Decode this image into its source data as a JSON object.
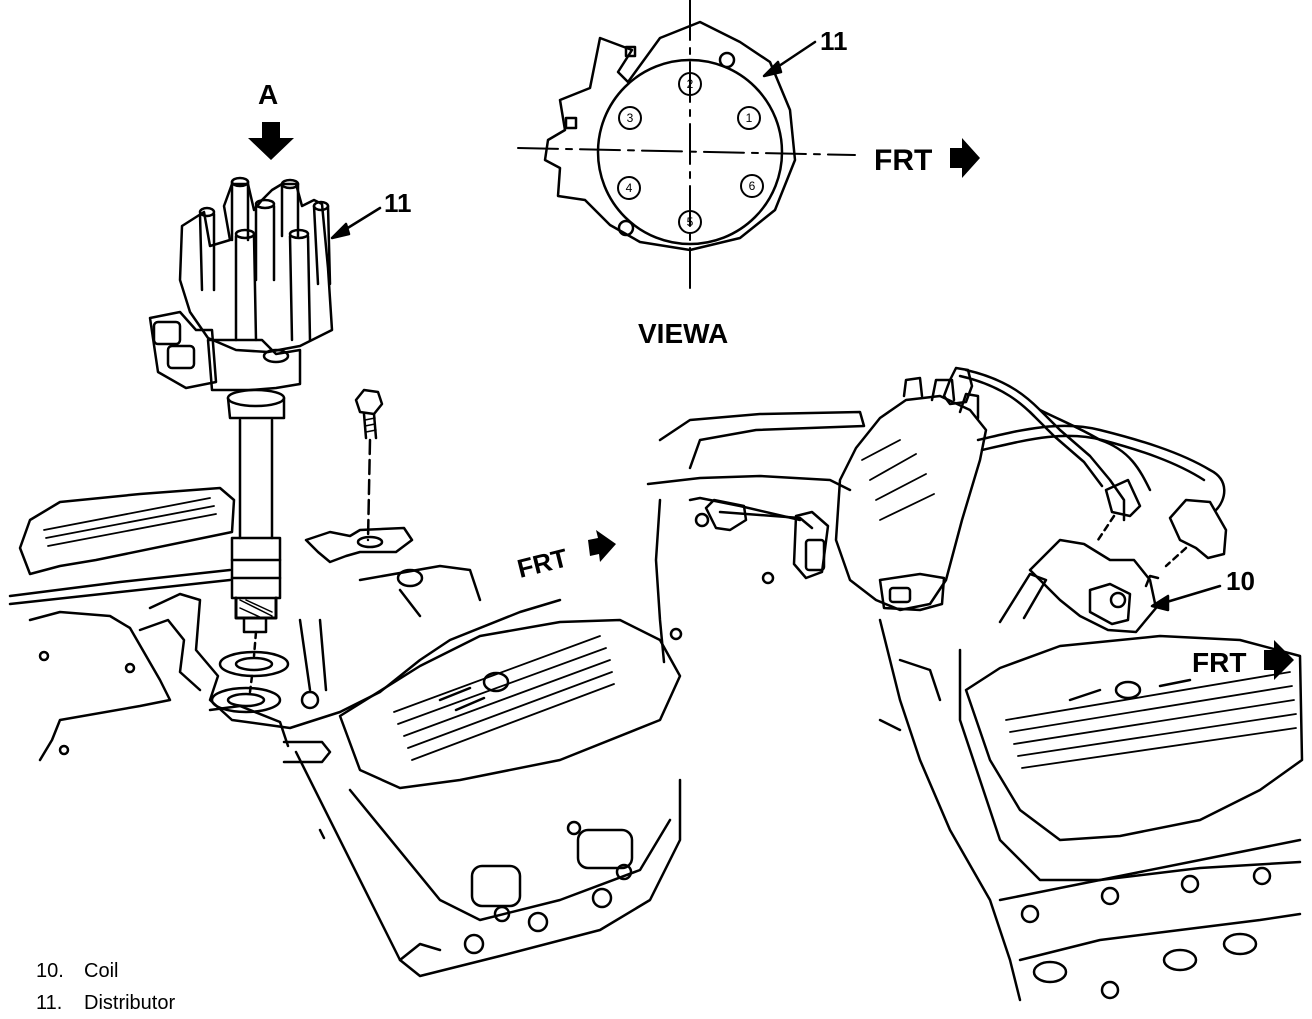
{
  "view_a": {
    "title": "VIEWA",
    "ref_number": "11",
    "direction_label": "FRT",
    "terminals": [
      "1",
      "2",
      "3",
      "4",
      "5",
      "6"
    ]
  },
  "left_view": {
    "view_marker": "A",
    "ref_number": "11",
    "direction_label": "FRT"
  },
  "right_view": {
    "ref_number": "10",
    "direction_label": "FRT"
  },
  "legend": [
    {
      "num": "10.",
      "text": "Coil"
    },
    {
      "num": "11.",
      "text": "Distributor"
    }
  ]
}
